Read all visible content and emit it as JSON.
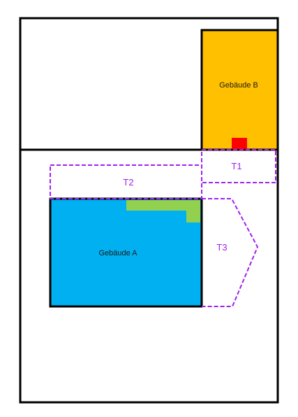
{
  "diagram": {
    "buildings": [
      {
        "id": "a",
        "label": "Gebäude A",
        "fill": "#00b0f0"
      },
      {
        "id": "b",
        "label": "Gebäude B",
        "fill": "#ffc000"
      }
    ],
    "zones": [
      {
        "id": "t1",
        "label": "T1"
      },
      {
        "id": "t2",
        "label": "T2"
      },
      {
        "id": "t3",
        "label": "T3"
      }
    ],
    "colors": {
      "zone_stroke": "#a020f0",
      "marker": "#ff0000",
      "green_area": "#92d050",
      "outline": "#000000"
    }
  }
}
